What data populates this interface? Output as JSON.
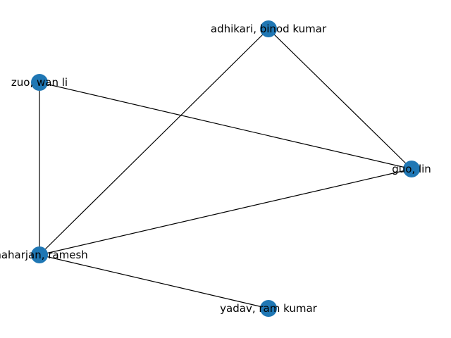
{
  "graph": {
    "node_color": "#1f77b4",
    "edge_color": "#000000",
    "label_color": "#000000",
    "nodes": [
      {
        "id": "adhikari",
        "label": "adhikari, binod kumar"
      },
      {
        "id": "zuo",
        "label": "zuo, wan li"
      },
      {
        "id": "guo",
        "label": "guo, lin"
      },
      {
        "id": "maharjan",
        "label": "maharjan, ramesh"
      },
      {
        "id": "yadav",
        "label": "yadav, ram kumar"
      }
    ],
    "edges": [
      {
        "source": "adhikari",
        "target": "guo"
      },
      {
        "source": "adhikari",
        "target": "maharjan"
      },
      {
        "source": "zuo",
        "target": "guo"
      },
      {
        "source": "zuo",
        "target": "maharjan"
      },
      {
        "source": "maharjan",
        "target": "guo"
      },
      {
        "source": "maharjan",
        "target": "yadav"
      }
    ]
  }
}
